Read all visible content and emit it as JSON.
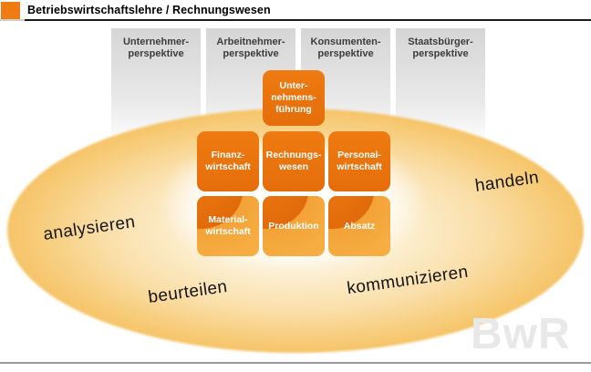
{
  "header": {
    "title": "Betriebswirtschaftslehre / Rechnungswesen"
  },
  "perspectives": [
    "Unternehmer-\nperspektive",
    "Arbeitnehmer-\nperspektive",
    "Konsumenten-\nperspektive",
    "Staatsbürger-\nperspektive"
  ],
  "org": {
    "top": "Unter-\nnehmens-\nführung",
    "middle": [
      "Finanz-\nwirtschaft",
      "Rechnungs-\nwesen",
      "Personal-\nwirtschaft"
    ],
    "bottom": [
      "Material-\nwirtschaft",
      "Produktion",
      "Absatz"
    ]
  },
  "activities": {
    "left": "analysieren",
    "right": "handeln",
    "bottom_left": "beurteilen",
    "bottom_right": "kommunizieren"
  },
  "watermark": "BwR",
  "colors": {
    "accent_orange": "#ee7c12",
    "box_orange": "#e9740e",
    "box_wave_light": "#f3a339",
    "ellipse_rim": "#f6c468",
    "column_gray": "#d8d8d8",
    "watermark_gray": "#e8e8e8"
  }
}
